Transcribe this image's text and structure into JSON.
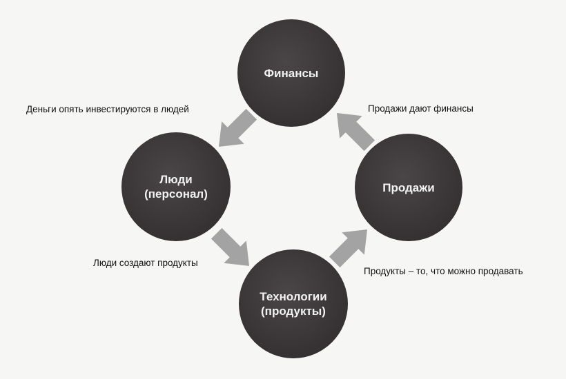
{
  "nodes": {
    "finance": "Финансы",
    "people": "Люди\n(персонал)",
    "sales": "Продажи",
    "tech": "Технологии\n(продукты)"
  },
  "edges": {
    "finance_to_people": "Деньги опять инвестируются в людей",
    "sales_to_finance": "Продажи дают финансы",
    "people_to_tech": "Люди создают продукты",
    "tech_to_sales": "Продукты – то, что можно продавать"
  },
  "colors": {
    "node": "#3a3637",
    "arrow": "#a3a3a3"
  }
}
